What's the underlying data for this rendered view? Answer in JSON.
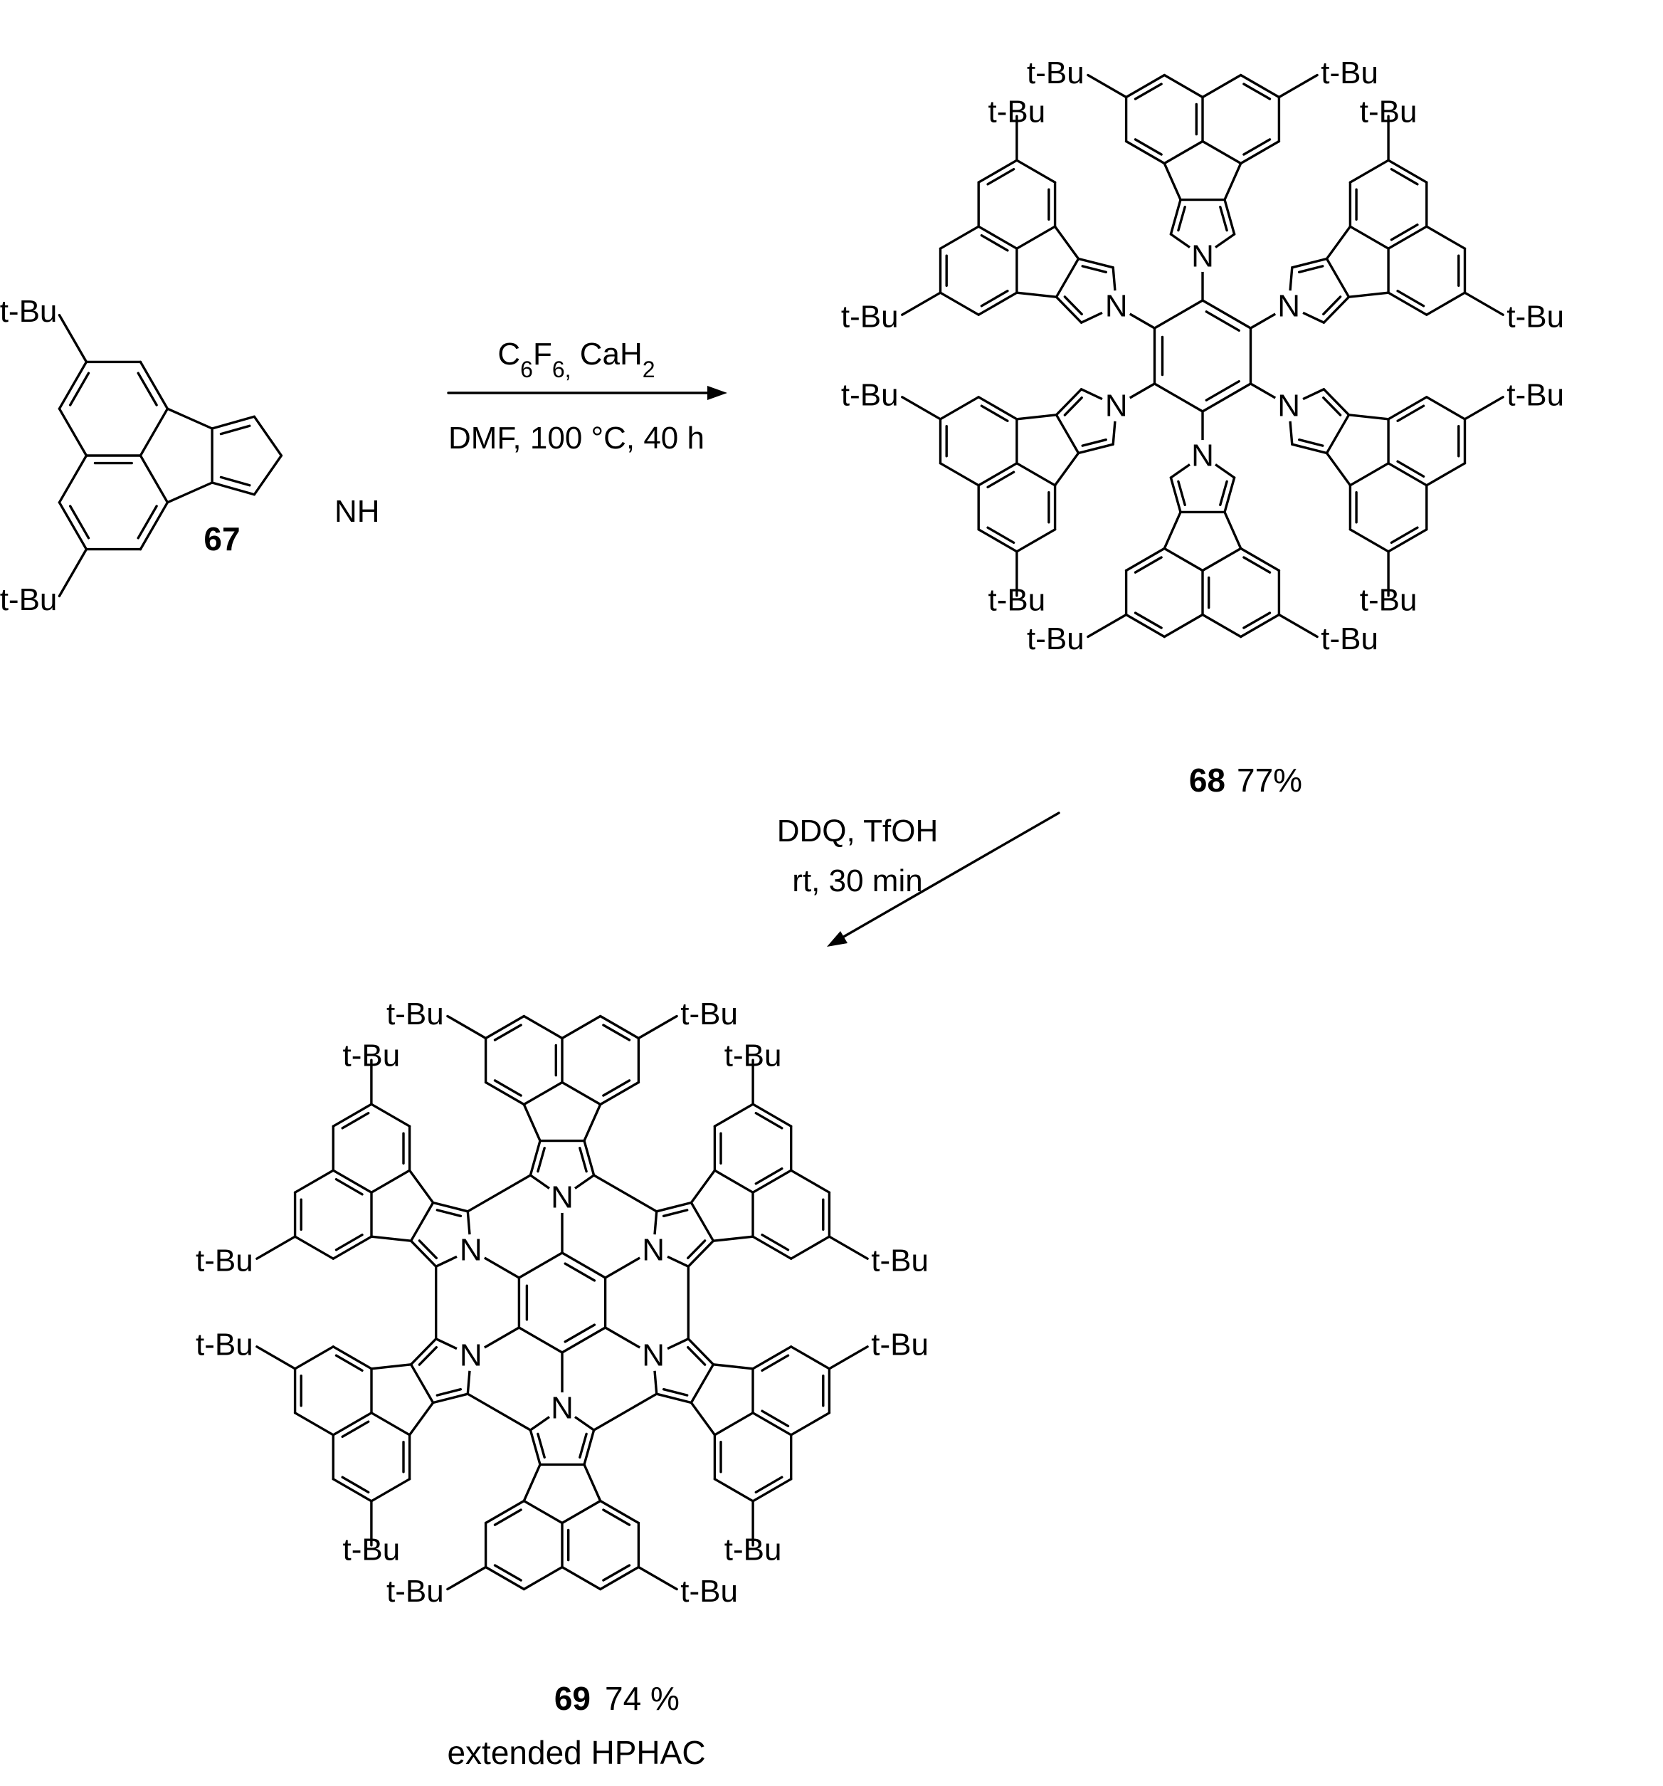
{
  "substituent": "t-Bu",
  "atoms": {
    "nitrogen": "N",
    "nh": "NH"
  },
  "compounds": [
    {
      "id": "67"
    },
    {
      "id": "68",
      "yield": "77%"
    },
    {
      "id": "69",
      "yield": "74 %",
      "note": "extended HPHAC"
    }
  ],
  "step1": {
    "line1": {
      "a": "C",
      "a_sub": "6",
      "b": "F",
      "b_sub": "6,",
      "c": " CaH",
      "c_sub": "2"
    },
    "line2": "DMF, 100 °C, 40 h"
  },
  "step2": {
    "line1": "DDQ, TfOH",
    "line2": "rt, 30 min"
  }
}
